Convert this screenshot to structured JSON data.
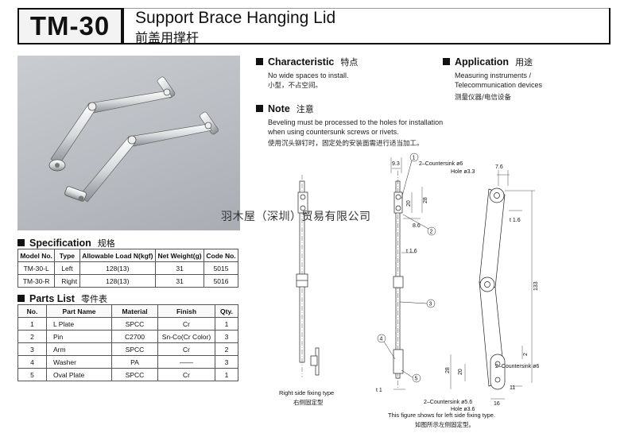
{
  "header": {
    "model": "TM-30",
    "title_en": "Support Brace Hanging Lid",
    "title_cn": "前盖用撑杆"
  },
  "characteristic": {
    "title": "Characteristic",
    "title_cn": "特点",
    "text_en": "No wide spaces to install.",
    "text_cn": "小型，不占空间。"
  },
  "application": {
    "title": "Application",
    "title_cn": "用途",
    "text_en_1": "Measuring instruments /",
    "text_en_2": "Telecommunication devices",
    "text_cn": "测量仪器/电信设备"
  },
  "note": {
    "title": "Note",
    "title_cn": "注意",
    "text_en_1": "Beveling must be processed to the holes for installation",
    "text_en_2": "when using countersunk screws or rivets.",
    "text_cn": "使用沉头铆钉时，固定处的安装面需进行适当加工。"
  },
  "specification": {
    "title": "Specification",
    "title_cn": "规格",
    "headers": [
      "Model No.",
      "Type",
      "Allowable Load N(kgf)",
      "Net Weight(g)",
      "Code No."
    ],
    "rows": [
      [
        "TM-30-L",
        "Left",
        "128(13)",
        "31",
        "5015"
      ],
      [
        "TM-30-R",
        "Right",
        "128(13)",
        "31",
        "5016"
      ]
    ]
  },
  "parts": {
    "title": "Parts List",
    "title_cn": "零件表",
    "headers": [
      "No.",
      "Part Name",
      "Material",
      "Finish",
      "Qty."
    ],
    "rows": [
      [
        "1",
        "L Plate",
        "SPCC",
        "Cr",
        "1"
      ],
      [
        "2",
        "Pin",
        "C2700",
        "Sn-Co(Cr Color)",
        "3"
      ],
      [
        "3",
        "Arm",
        "SPCC",
        "Cr",
        "2"
      ],
      [
        "4",
        "Washer",
        "PA",
        "——",
        "3"
      ],
      [
        "5",
        "Oval Plate",
        "SPCC",
        "Cr",
        "1"
      ]
    ]
  },
  "watermark": "羽木屋（深圳）贸易有限公司",
  "drawing": {
    "dims": {
      "d93": "9.3",
      "countersink6": "2–Countersink ø6",
      "hole33": "Hole ø3.3",
      "d76": "7.6",
      "d20a": "20",
      "d28a": "28",
      "d86": "8.6",
      "t16a": "t 1.6",
      "t16b": "t 1.6",
      "d133": "133",
      "d2": "2",
      "d28b": "28",
      "d20b": "20",
      "countersink56": "2–Countersink ø5.6",
      "hole36": "Hole ø3.6",
      "t1": "t 1",
      "d11": "11",
      "d16": "16"
    },
    "callouts": [
      "1",
      "2",
      "3",
      "4",
      "5"
    ],
    "caption_right_en": "Right side fixing type",
    "caption_right_cn": "右侧固定型",
    "caption_left_en": "This figure shows for left side fixing type.",
    "caption_left_cn": "如图所示左侧固定型。"
  }
}
